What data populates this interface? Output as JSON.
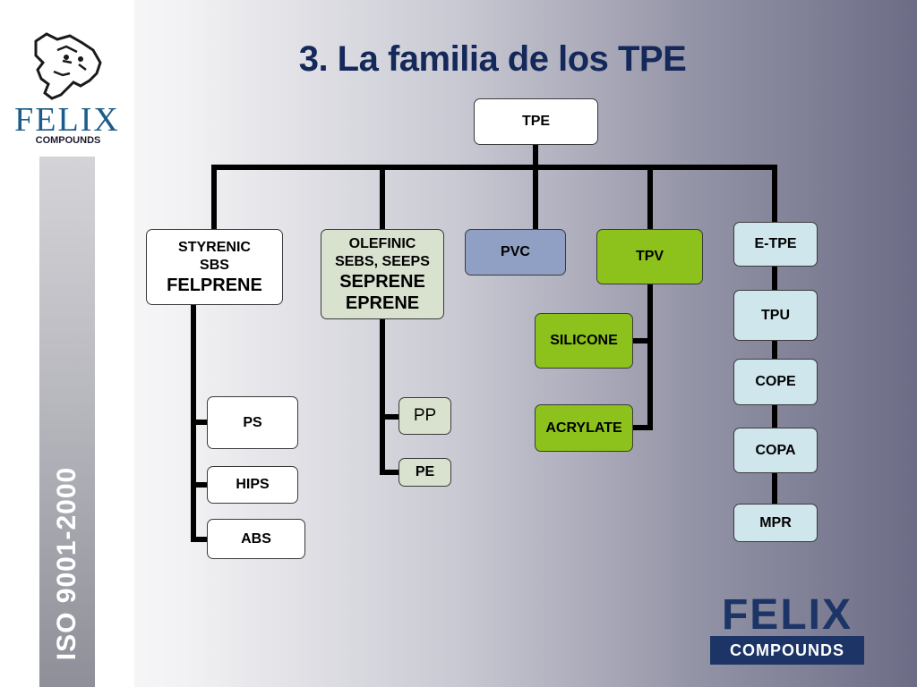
{
  "title": "3. La familia de los TPE",
  "sidebar": {
    "logo_word": "FELIX",
    "logo_sub": "COMPOUNDS",
    "iso_text": "ISO  9001-2000"
  },
  "bottom_logo": {
    "word": "FELIX",
    "sub": "COMPOUNDS"
  },
  "nodes": {
    "tpe": "TPE",
    "styrenic": [
      "STYRENIC",
      "SBS",
      "FELPRENE"
    ],
    "olefinic": [
      "OLEFINIC",
      "SEBS, SEEPS",
      "SEPRENE",
      "EPRENE"
    ],
    "pvc": "PVC",
    "tpv": "TPV",
    "etpe": "E-TPE",
    "ps": "PS",
    "hips": "HIPS",
    "abs": "ABS",
    "pp": "PP",
    "pe": "PE",
    "silicone": "SILICONE",
    "acrylate": "ACRYLATE",
    "tpu": "TPU",
    "cope": "COPE",
    "copa": "COPA",
    "mpr": "MPR"
  },
  "colors": {
    "title": "#14285a",
    "white_node": "#ffffff",
    "olefinic_node": "#d9e2cf",
    "pvc_node": "#8fa0c4",
    "tpv_node": "#8cc21b",
    "etpe_node": "#cfe6ec",
    "connector": "#000000",
    "logo_blue": "#1c3566"
  }
}
